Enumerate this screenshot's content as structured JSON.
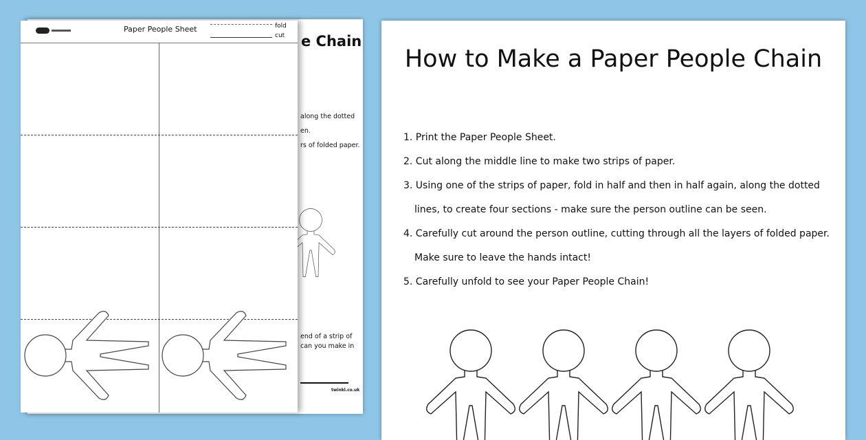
{
  "back_page": {
    "title_fragment": "e Chain",
    "fragments": [
      "along the dotted",
      "en.",
      "rs of folded paper.",
      "end of a strip of",
      "can you make in"
    ],
    "footer": "twinkl.co.uk"
  },
  "sheet": {
    "title": "Paper People Sheet",
    "legend": {
      "fold": "fold",
      "cut": "cut"
    }
  },
  "instructions": {
    "title": "How to Make a Paper People Chain",
    "steps": [
      "1.  Print the Paper People Sheet.",
      "2. Cut along the middle line to make two strips of paper.",
      "3. Using one of the strips of paper, fold in half and then in half again, along the dotted",
      "lines, to create four sections - make sure the person outline can be seen.",
      "4. Carefully cut around the person outline, cutting through all the layers of folded paper.",
      "Make sure to leave the hands intact!",
      "5. Carefully unfold to see your Paper People Chain!"
    ]
  },
  "colors": {
    "background": "#8fc6e7",
    "paper": "#ffffff",
    "ink": "#111111"
  }
}
